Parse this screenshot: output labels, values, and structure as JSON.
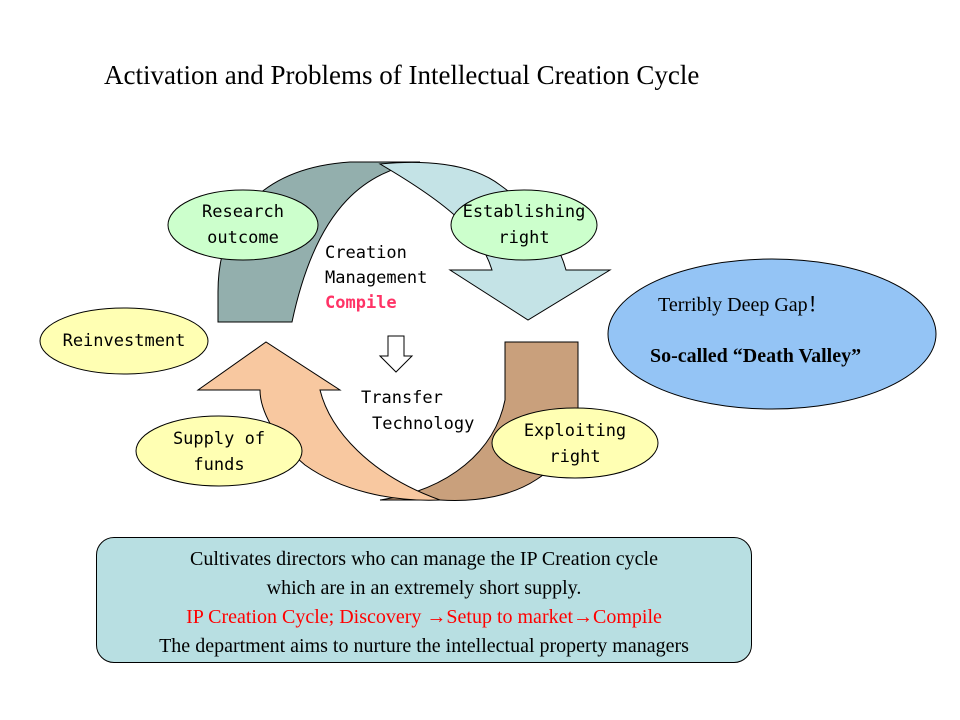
{
  "title": "Activation and Problems of Intellectual Creation Cycle",
  "nodes": {
    "research": "Research\noutcome",
    "establishing": "Establishing\nright",
    "reinvestment": "Reinvestment",
    "supply": "Supply of\nfunds",
    "exploiting": "Exploiting\nright"
  },
  "center": {
    "creation": "Creation",
    "management": "Management",
    "compile": "Compile",
    "transfer": "Transfer",
    "technology": "Technology"
  },
  "gap": {
    "line1": "Terribly Deep Gap！",
    "line2": "So-called “Death Valley”"
  },
  "note": {
    "line1": "Cultivates directors who can manage the IP Creation cycle",
    "line2": "which are in an extremely short supply.",
    "line3": "IP Creation Cycle; Discovery →Setup to market→Compile",
    "line4": "The department aims to nurture the intellectual property managers"
  },
  "colors": {
    "top_left_arrow": "#93afad",
    "top_right_arrow": "#c4e3e6",
    "bottom_right_arrow": "#c9a07c",
    "bottom_left_arrow": "#f8c8a0",
    "node_fill": "#ffffb3",
    "green_node_fill": "#ccffcc",
    "gap_fill": "#94c4f5",
    "note_fill": "#b8dfe2",
    "compile_text": "#ff3366",
    "note_red_text": "#ff0000"
  }
}
